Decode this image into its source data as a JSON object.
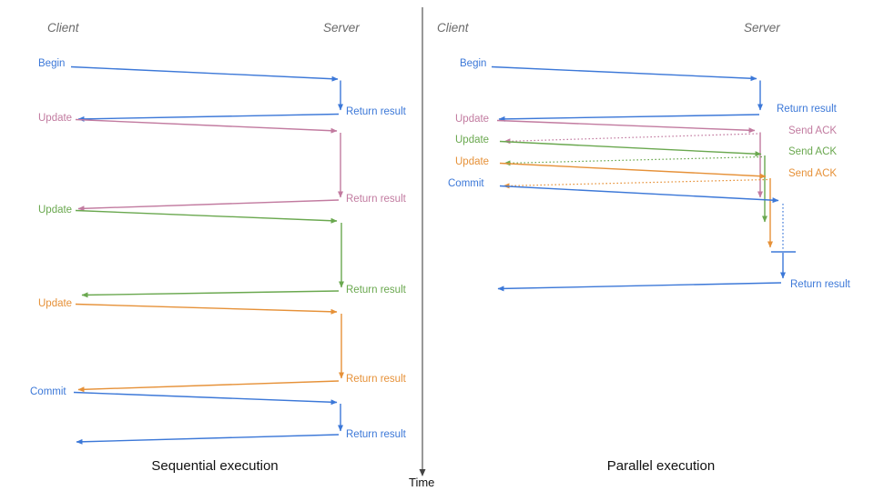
{
  "colors": {
    "blue": "#3c78d8",
    "pink": "#c27ba0",
    "green": "#6aa84f",
    "orange": "#e69138",
    "axis": "#444444",
    "header_gray": "#6a6a6a",
    "title_black": "#111111"
  },
  "time_axis": {
    "label": "Time"
  },
  "panels": [
    {
      "title": "Sequential execution",
      "client_header": "Client",
      "server_header": "Server",
      "messages": [
        {
          "label": "Begin",
          "color": "blue",
          "response": "Return result"
        },
        {
          "label": "Update",
          "color": "pink",
          "response": "Return result"
        },
        {
          "label": "Update",
          "color": "green",
          "response": "Return result"
        },
        {
          "label": "Update",
          "color": "orange",
          "response": "Return result"
        },
        {
          "label": "Commit",
          "color": "blue",
          "response": "Return result"
        }
      ]
    },
    {
      "title": "Parallel execution",
      "client_header": "Client",
      "server_header": "Server",
      "messages": [
        {
          "label": "Begin",
          "color": "blue",
          "response": "Return result"
        },
        {
          "label": "Update",
          "color": "pink",
          "response": "Send ACK"
        },
        {
          "label": "Update",
          "color": "green",
          "response": "Send ACK"
        },
        {
          "label": "Update",
          "color": "orange",
          "response": "Send ACK"
        },
        {
          "label": "Commit",
          "color": "blue",
          "response": "Return result"
        }
      ]
    }
  ]
}
